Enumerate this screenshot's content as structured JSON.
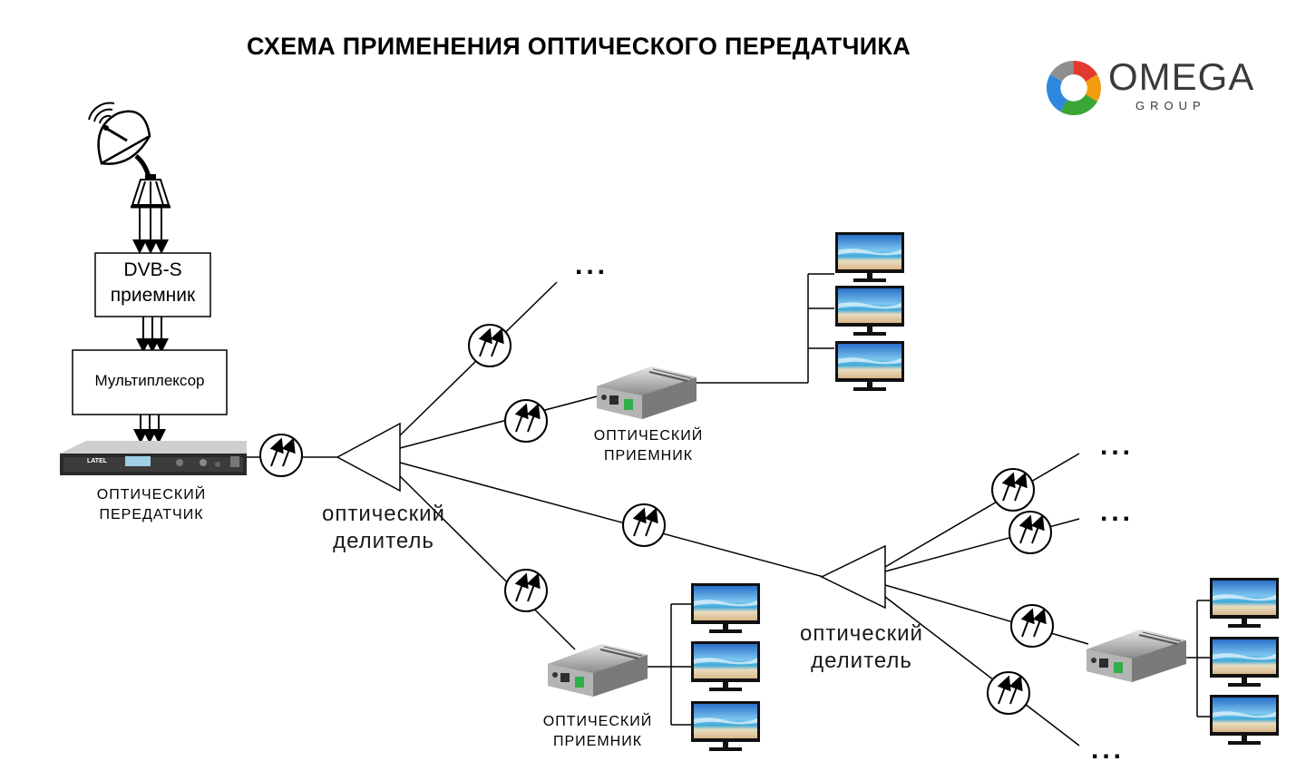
{
  "title": "СХЕМА ПРИМЕНЕНИЯ ОПТИЧЕСКОГО ПЕРЕДАТЧИКА",
  "logo": {
    "name": "OMEGA",
    "tagline": "GROUP",
    "colors": [
      "#e23a2e",
      "#f39c12",
      "#3aa635",
      "#2e86de"
    ]
  },
  "blocks": {
    "dvb_receiver": [
      "DVB-S",
      "приемник"
    ],
    "multiplexer": "Мультиплексор"
  },
  "captions": {
    "transmitter": [
      "ОПТИЧЕСКИЙ",
      "ПЕРЕДАТЧИК"
    ],
    "splitter_1": [
      "оптический",
      "делитель"
    ],
    "splitter_2": [
      "оптический",
      "делитель"
    ],
    "receiver_1": [
      "ОПТИЧЕСКИЙ",
      "ПРИЕМНИК"
    ],
    "receiver_2": [
      "ОПТИЧЕСКИЙ",
      "ПРИЕМНИК"
    ]
  },
  "device_brand": "LATEL",
  "ellipsis": "...",
  "icons": {
    "antenna": "satellite-dish-icon",
    "fiber_node": "optical-coupler-icon",
    "tv": "tv-screen-icon"
  }
}
